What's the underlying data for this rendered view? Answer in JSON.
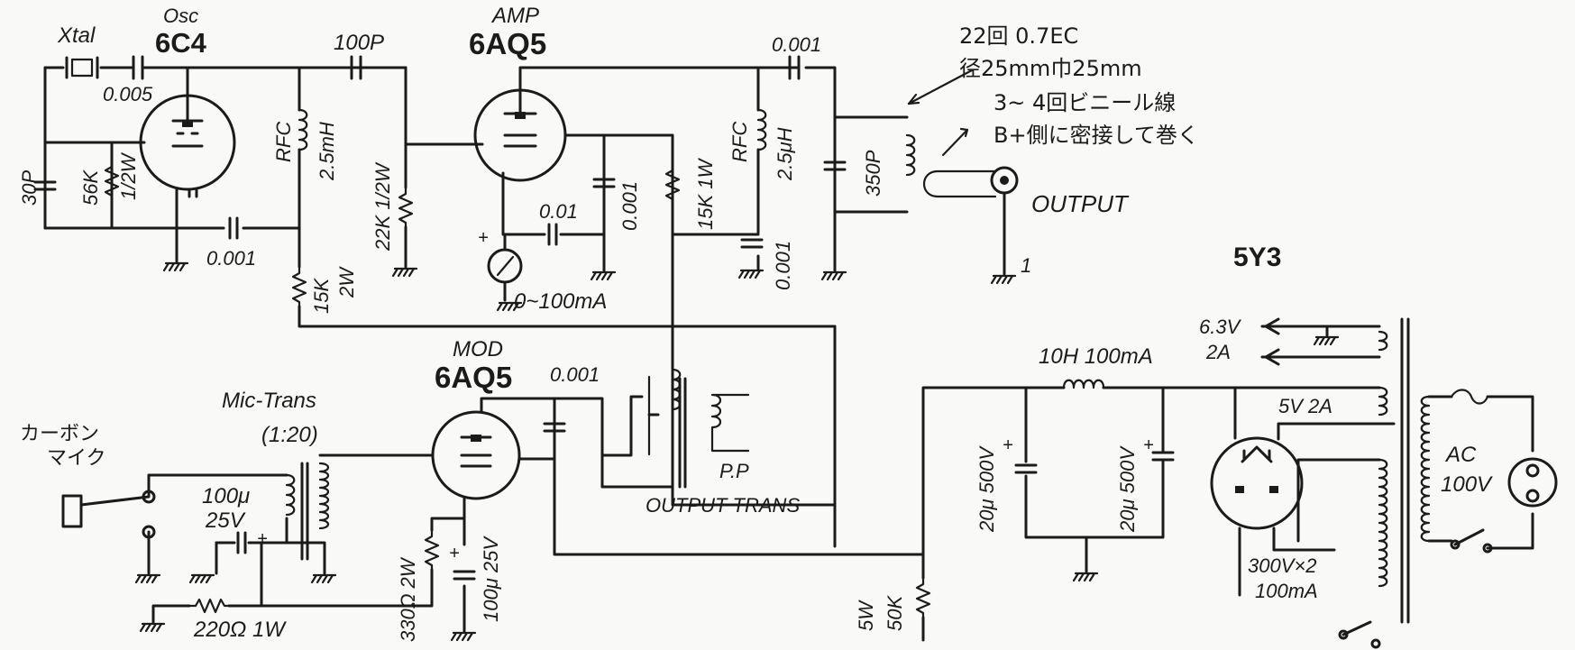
{
  "labels": {
    "xtal": "Xtal",
    "osc": "Osc",
    "osc_tube": "6C4",
    "c_0005": "0.005",
    "c_100p": "100P",
    "amp": "AMP",
    "amp_tube": "6AQ5",
    "c_0001_out": "0.001",
    "coil_turns": "22回 0.7EC",
    "coil_size": "径25mm巾25mm",
    "link_turns": "3~ 4回ビニール線",
    "link_note": "B+側に密接して巻く",
    "output": "OUTPUT",
    "rect_tube": "5Y3",
    "c_0001_osc": "0.001",
    "meter": "0~100mA",
    "plus": "+",
    "c_001": "0.01",
    "mod": "MOD",
    "mod_tube": "6AQ5",
    "c_0001_mod": "0.001",
    "mic_trans": "Mic-Trans",
    "mic_ratio": "(1:20)",
    "carbon": "カーボン",
    "mic": "マイク",
    "c_100u": "100μ",
    "v_25": "25V",
    "r_220": "220Ω 1W",
    "pp": "P.P",
    "output_trans": "OUTPUT TRANS",
    "choke": "10H 100mA",
    "v_63": "6.3V",
    "a_2": "2A",
    "v5_2a": "5V 2A",
    "hv": "300V×2",
    "hv_current": "100mA",
    "ac": "AC",
    "v100": "100V",
    "one": "1",
    "c_30p": "30P",
    "r_56k": "56K",
    "r_56k_w": "1/2W",
    "rfc": "RFC",
    "rfc_2_5mh": "2.5mH",
    "r_15k": "15K",
    "w_2": "2W",
    "r_22k": "22K 1/2W",
    "c_0001_screen": "0.001",
    "r_15k_1w": "15K 1W",
    "rfc_2_5uh": "2.5μH",
    "c_0001_b": "0.001",
    "c_350p": "350P",
    "r_330": "330Ω 2W",
    "c_100u_25v": "100μ 25V",
    "w_5": "5W",
    "r_50k": "50K",
    "c_20u": "20μ 500V"
  }
}
